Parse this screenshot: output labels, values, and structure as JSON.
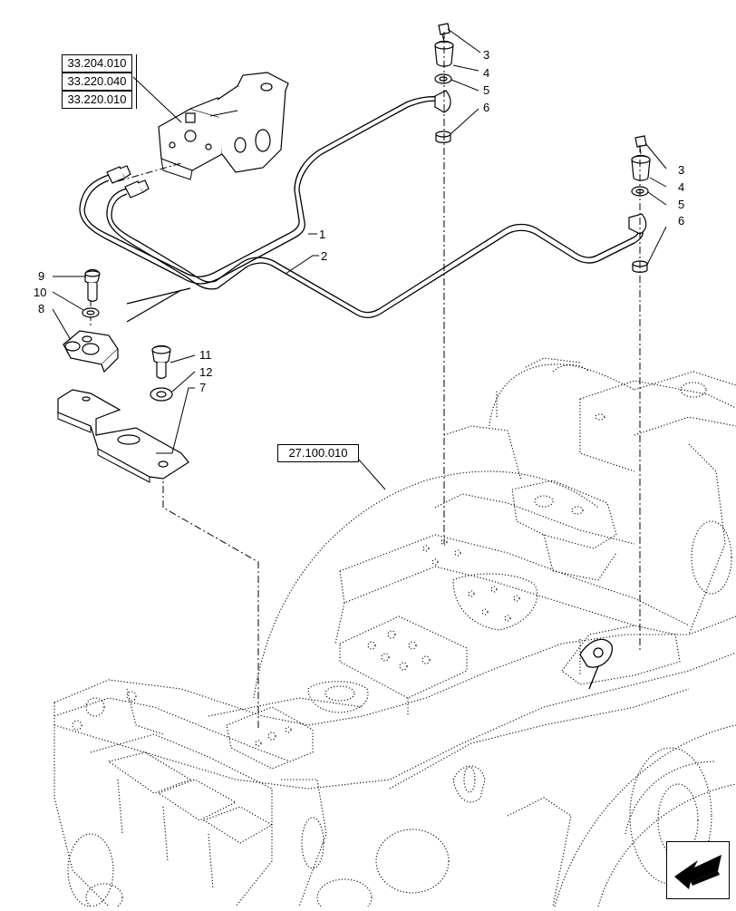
{
  "references": {
    "ref1": "33.204.010",
    "ref2": "33.220.040",
    "ref3": "33.220.010",
    "ref4": "27.100.010"
  },
  "callouts": {
    "c1": "1",
    "c2": "2",
    "c3a": "3",
    "c4a": "4",
    "c5a": "5",
    "c6a": "6",
    "c3b": "3",
    "c4b": "4",
    "c5b": "5",
    "c6b": "6",
    "c7": "7",
    "c8": "8",
    "c9": "9",
    "c10": "10",
    "c11": "11",
    "c12": "12"
  },
  "navigation": {
    "icon": "arrow-down-left-icon"
  }
}
